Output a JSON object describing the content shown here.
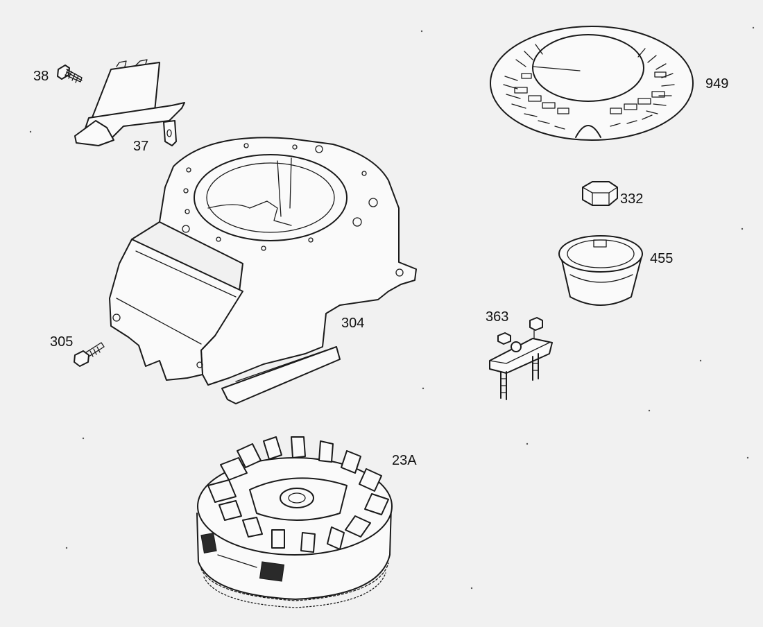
{
  "diagram": {
    "parts": [
      {
        "id": "38"
      },
      {
        "id": "37"
      },
      {
        "id": "304"
      },
      {
        "id": "305"
      },
      {
        "id": "949"
      },
      {
        "id": "332"
      },
      {
        "id": "455"
      },
      {
        "id": "363"
      },
      {
        "id": "23A"
      }
    ]
  }
}
